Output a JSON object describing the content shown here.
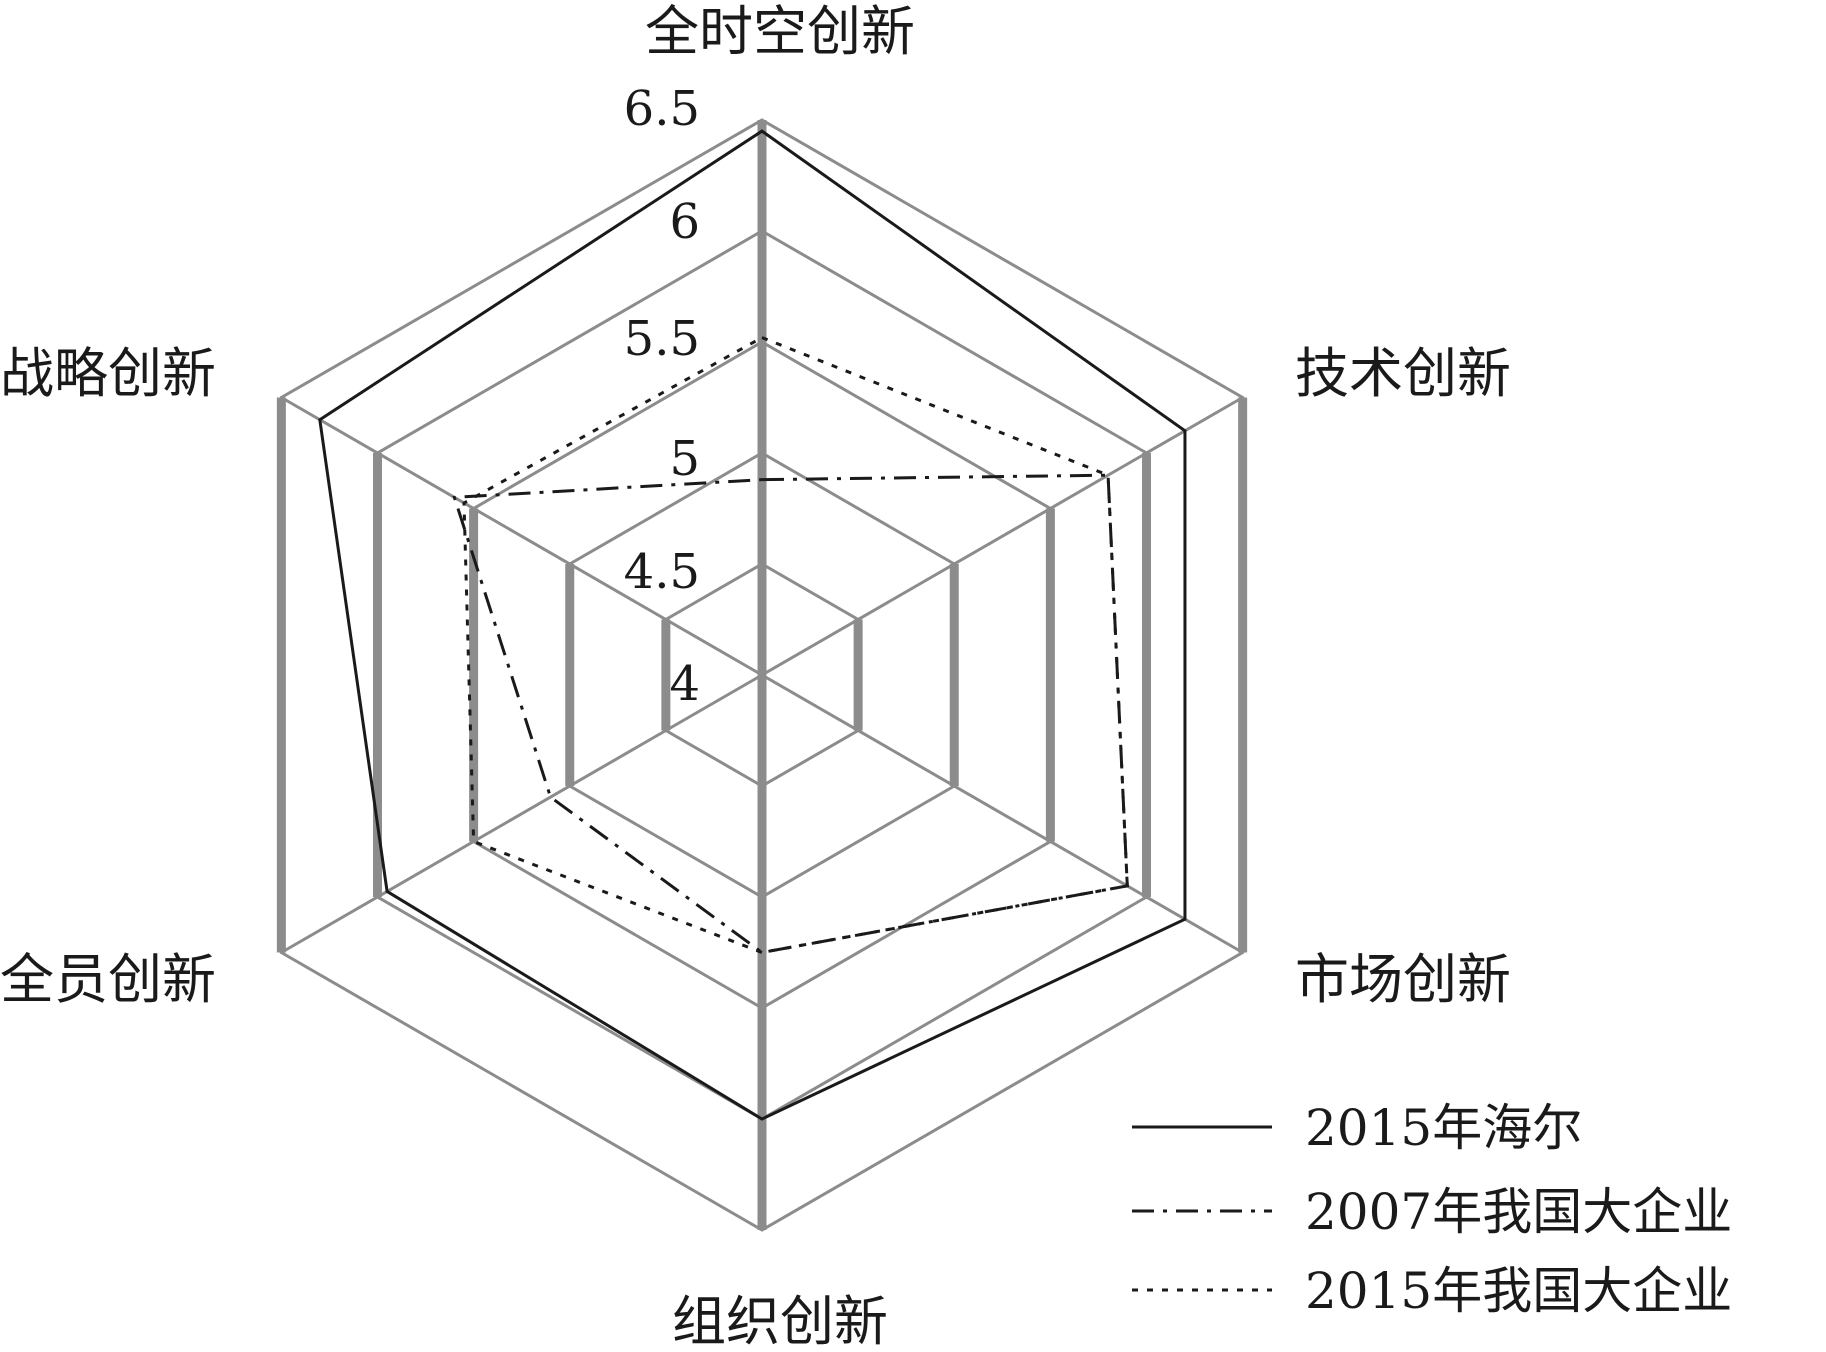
{
  "chart_data": {
    "type": "radar",
    "axes": [
      "全时空创新",
      "技术创新",
      "市场创新",
      "组织创新",
      "全员创新",
      "战略创新"
    ],
    "ticks": [
      4,
      4.5,
      5,
      5.5,
      6,
      6.5
    ],
    "tick_labels": [
      "4",
      "4.5",
      "5",
      "5.5",
      "6",
      "6.5"
    ],
    "range": [
      4,
      6.5
    ],
    "legend_position": "bottom-right",
    "series": [
      {
        "name": "2015年海尔",
        "values": [
          6.45,
          6.2,
          6.2,
          6.0,
          5.95,
          6.3
        ],
        "style": "solid",
        "color": "#1a1a1a"
      },
      {
        "name": "2007年我国大企业",
        "values": [
          4.88,
          5.8,
          5.9,
          5.25,
          5.1,
          5.6
        ],
        "style": "dash-dot",
        "color": "#1a1a1a"
      },
      {
        "name": "2015年我国大企业",
        "values": [
          5.52,
          5.8,
          5.9,
          5.25,
          5.5,
          5.55
        ],
        "style": "dotted",
        "color": "#1a1a1a"
      }
    ],
    "grid_color": "#8c8c8c"
  }
}
